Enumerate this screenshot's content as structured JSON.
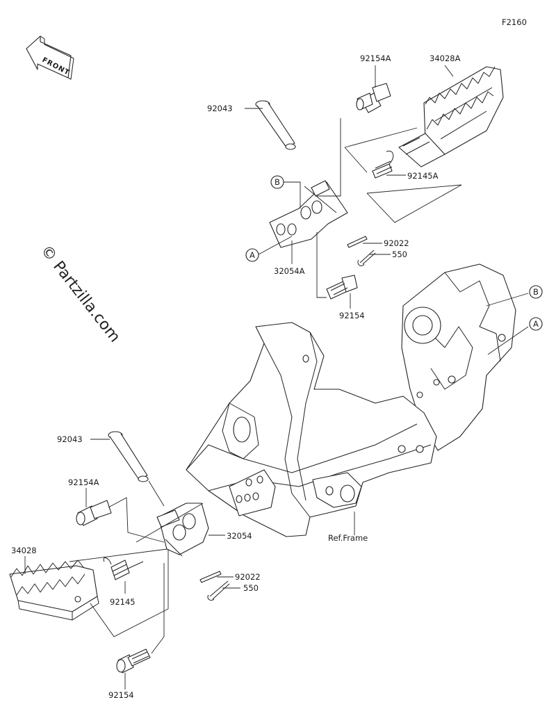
{
  "figure_code": "F2160",
  "front_label": "FRONT",
  "watermark": "© Partzilla.com",
  "ref_frame": "Ref.Frame",
  "callouts": {
    "A": "A",
    "B": "B"
  },
  "labels": {
    "top_92154A": "92154A",
    "top_34028A": "34028A",
    "top_92043": "92043",
    "top_92145A": "92145A",
    "top_92022": "92022",
    "top_550": "550",
    "top_32054A": "32054A",
    "top_92154": "92154",
    "bot_92043": "92043",
    "bot_92154A": "92154A",
    "bot_32054": "32054",
    "bot_34028": "34028",
    "bot_92022": "92022",
    "bot_550": "550",
    "bot_92145": "92145",
    "bot_92154": "92154"
  }
}
